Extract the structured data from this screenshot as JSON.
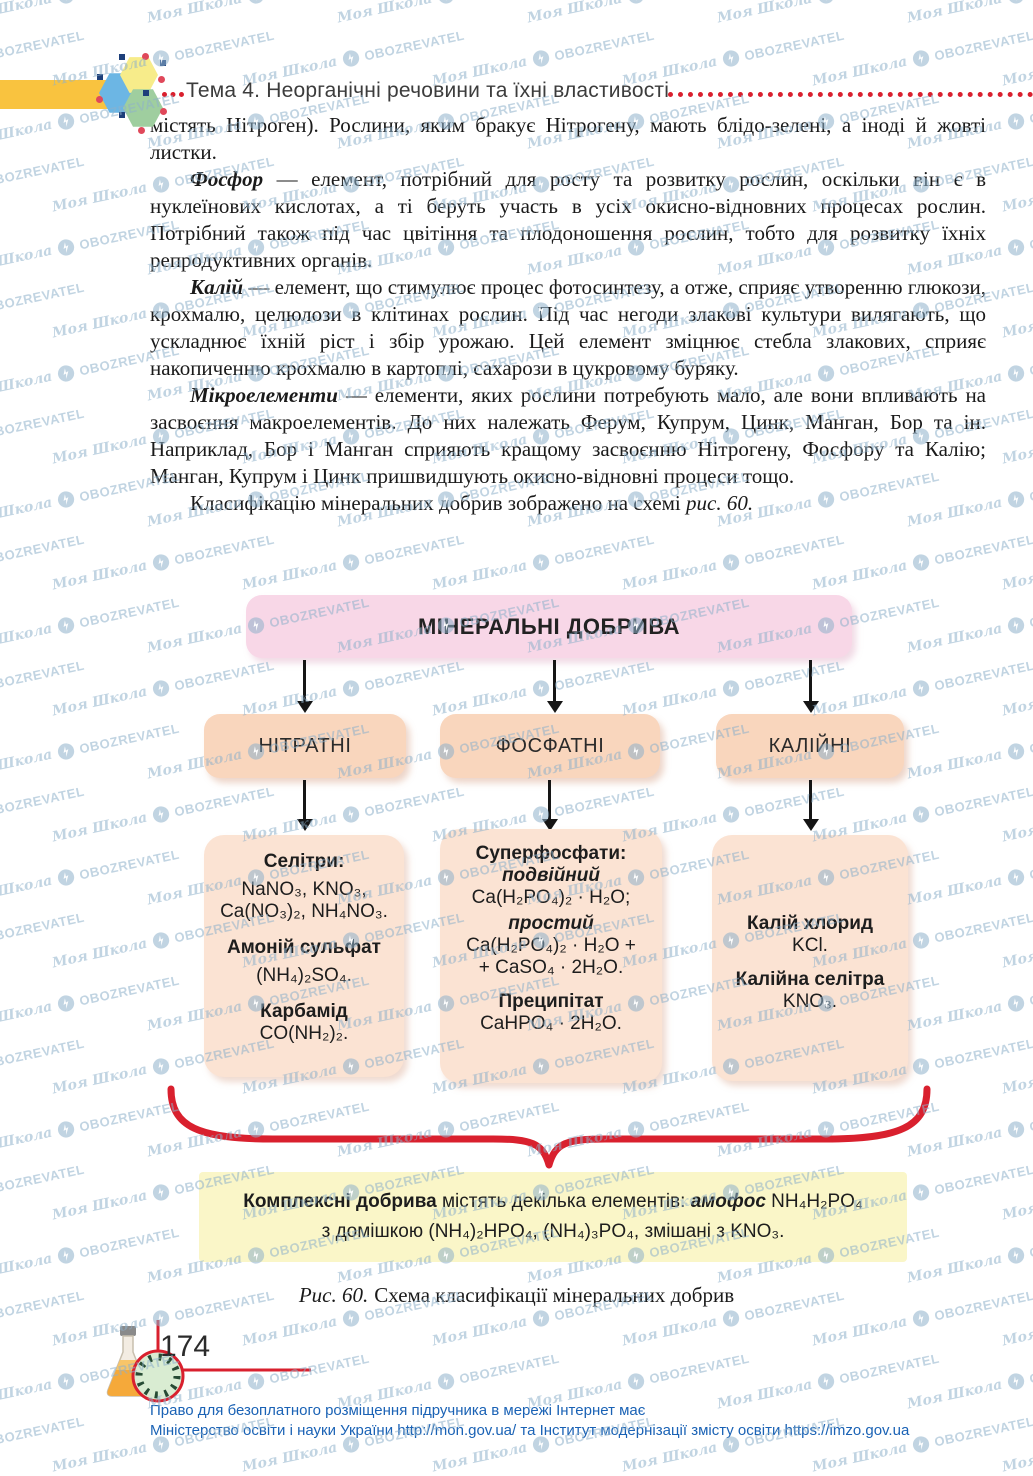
{
  "header": {
    "title": "Тема 4. Неорганічні речовини та їхні властивості"
  },
  "body": {
    "p1": "містять Нітроген). Рослини, яким бракує Нітрогену, мають блідо-зелені, а іноді й жовті листки.",
    "p2_lead": "Фосфор",
    "p2_rest": " — елемент, потрібний для росту та розвитку рослин, оскільки він є в нуклеїнових кислотах, а ті беруть участь в усіх окисно-відновних процесах рослин. Потрібний також під час цвітіння та плодоношення рослин, тобто для розвитку їхніх репродуктивних органів.",
    "p3_lead": "Калій",
    "p3_rest": " — елемент, що стимулює процес фотосинтезу, а отже, сприяє утворенню глюкози, крохмалю, целюлози в клітинах рослин. Під час негоди злакові культури вилягають, що ускладнює їхній ріст і збір урожаю. Цей елемент зміцнює стебла злакових, сприяє накопиченню крохмалю в картоплі, сахарози в цукровому буряку.",
    "p4_lead": "Мікроелементи",
    "p4_rest": " — елементи, яких рослини потребують мало, але вони впливають на засвоєння макроелементів. До них належать Ферум, Купрум, Цинк, Манган, Бор та ін. Наприклад, Бор і Манган сприяють кращому засвоєнню Нітрогену, Фосфору та Калію; Манган, Купрум і Цинк пришвидшують окисно-відновні процеси тощо.",
    "p5_text": "Класифікацію мінеральних добрив зображено на схемі ",
    "p5_ref": "рис. 60."
  },
  "diagram": {
    "title": "МІНЕРАЛЬНІ ДОБРИВА",
    "branches": [
      {
        "label": "НІТРАТНІ"
      },
      {
        "label": "ФОСФАТНІ"
      },
      {
        "label": "КАЛІЙНІ"
      }
    ],
    "nitrate_box": {
      "h1": "Селітри:",
      "f1": "NaNO₃, KNO₃,",
      "f2": "Ca(NO₃)₂, NH₄NO₃.",
      "h2": "Амоній сульфат",
      "f3": "(NH₄)₂SO₄.",
      "h3": "Карбамід",
      "f4": "CO(NH₂)₂."
    },
    "phosphate_box": {
      "h1": "Суперфосфати:",
      "v1": "подвійний",
      "f1": "Ca(H₂PO₄)₂ · H₂O;",
      "v2": "простий",
      "f2": "Ca(H₂PO₄)₂ · H₂O +",
      "f3": "+ CaSO₄ · 2H₂O.",
      "h2": "Преципітат",
      "f4": "CaHPO₄ · 2H₂O."
    },
    "potassium_box": {
      "h1": "Калій хлорид",
      "f1": "KCl.",
      "h2": "Калійна селітра",
      "f2": "KNO₃."
    }
  },
  "note": {
    "lead": "Комплексні добрива",
    "t1": " містять декілька елементів: ",
    "emph": "амофос",
    "f1": " NH₄H₂PO₄",
    "line2": "з домішкою (NH₄)₂HPO₄, (NH₄)₃PO₄, змішані з KNO₃."
  },
  "caption": {
    "ref": "Рис. 60.",
    "text": "Схема класифікації мінеральних добрив"
  },
  "page": {
    "number": "174"
  },
  "footer": {
    "line1": "Право для безоплатного розміщення підручника в мережі Інтернет має",
    "line2": "Міністерство освіти і науки України http://mon.gov.ua/ та Інститут модернізації змісту освіти https://imzo.gov.ua"
  },
  "watermark": {
    "text1": "Моя Школа",
    "text2": "OBOZREVATEL"
  },
  "colors": {
    "root_box": "#f8d7e7",
    "branch_box": "#f9d6bd",
    "detail_box": "#fbe3d3",
    "note_box": "#faf6c8",
    "accent_red": "#d9202e",
    "footer_blue": "#1a62b5",
    "band_yellow": "#f9c33f"
  }
}
